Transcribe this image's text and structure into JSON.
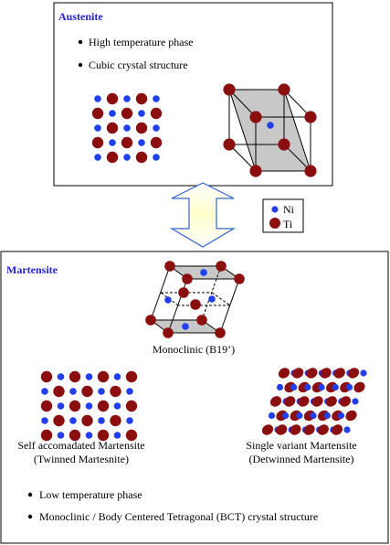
{
  "austenite": {
    "title": "Austenite",
    "bullets": [
      "High temperature phase",
      "Cubic crystal structure"
    ]
  },
  "legend": {
    "ni_label": "Ni",
    "ti_label": "Ti"
  },
  "martensite": {
    "title": "Martensite",
    "monoclinic_label": "Monoclinic (B19’)",
    "twinned_label_1": "Self accomadated Martensite",
    "twinned_label_2": "(Twinned Martesnite)",
    "detwinned_label_1": "Single variant Martensite",
    "detwinned_label_2": "(Detwinned Martensite)",
    "bullets": [
      "Low temperature phase",
      "Monoclinic / Body Centered Tetragonal (BCT) crystal structure"
    ]
  },
  "colors": {
    "ni": "#1f3ff0",
    "ti": "#8b0f0f",
    "title": "#2222dd",
    "arrow_fill": "#ffffcc",
    "arrow_stroke": "#3366cc",
    "plane_fill": "#c8c8c8"
  }
}
